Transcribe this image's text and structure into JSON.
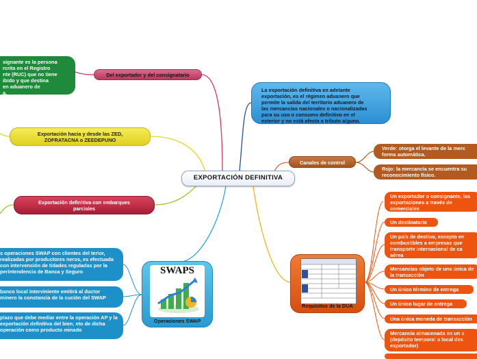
{
  "center": "EXPORTACIÓN DEFINITIVA",
  "green_text": [
    "signante es la persona",
    "rcrita en el Registro",
    "nte (RUC) que no tiene",
    "ibido y que destina",
    "en aduanero de",
    "a."
  ],
  "exporter_label": "Del exportador y del consignatario",
  "zed_lines": [
    "Exportación hacia y desde las ZED,",
    "ZOFRATACNA o ZEEDEPUNO"
  ],
  "embarques_lines": [
    "Exportación definitiva con embarques",
    "parciales"
  ],
  "definition_lines": [
    "La exportación definitiva en adelante",
    "exportación, es el régimen aduanero que",
    "permite la salida del territorio aduanero de",
    "las mercancías nacionales o nacionalizadas",
    "para su uso o consumo definitivo en el",
    "exterior y no está afecta a tributo alguno."
  ],
  "canales_label": "Canales de control",
  "verde_lines": [
    "Verde: otorga el levante de la merc",
    "forma automática."
  ],
  "rojo_lines": [
    "Rojo: la mercancía se encuentra su",
    "reconocimiento físico."
  ],
  "requisitos_label": "Requisitos de la DUA",
  "req_items": [
    [
      "Un exportador o consignante,",
      "las exportaciones a través de",
      "comerciales"
    ],
    [
      "Un destinatario"
    ],
    [
      "Un país de destino, excepto en",
      "combustibles a empresas que",
      "transporte internacional de ca",
      "aérea"
    ],
    [
      "Mercancías objeto de una única",
      "de la transacción"
    ],
    [
      "Un único término de entrega"
    ],
    [
      "Un único lugar de entrega"
    ],
    [
      "Una única moneda de transacción"
    ],
    [
      "Mercancía almacenada en un s",
      "(depósito temporal o local des",
      "exportador)"
    ]
  ],
  "swaps_title": "SWAPS",
  "swaps_label": "Operaciones SWAP",
  "swap_items": [
    [
      "s operaciones SWAP con clientes del",
      "terior, realizadas por productores",
      "neros, es efectuada con intervención de",
      "tidades reguladas por la",
      "perintendencia de Banca y Seguro"
    ],
    [
      "banco local interviniente emitirá al",
      "ductor minero la constancia de la",
      "cución del SWAP"
    ],
    [
      "plazo que debe mediar entre la operación",
      "AP y la exportación definitiva del bien,",
      "eto de dicha operación como producto",
      "minado"
    ]
  ],
  "colors": {
    "green": "#1e8a3a",
    "pink": "#d6336c",
    "yellow": "#e6d51f",
    "red": "#b8203c",
    "blue": "#2c8fd3",
    "brown": "#b25a1f",
    "orange": "#ec5410",
    "cyan": "#1d90c9"
  }
}
